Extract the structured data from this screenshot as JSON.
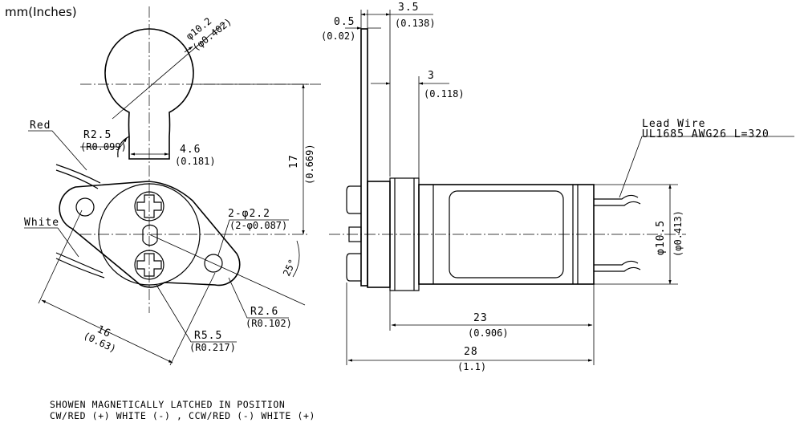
{
  "units_label": "mm(Inches)",
  "left_view": {
    "dia_head": "φ10.2",
    "dia_head_in": "(φ0.402)",
    "r_neck": "R2.5",
    "r_neck_in": "(R0.099)",
    "width_neck": "4.6",
    "width_neck_in": "(0.181)",
    "height_total": "17",
    "height_total_in": "(0.669)",
    "holes": "2-φ2.2",
    "holes_in": "(2-φ0.087)",
    "angle": "25°",
    "r_ear": "R2.6",
    "r_ear_in": "(R0.102)",
    "r_body": "R5.5",
    "r_body_in": "(R0.217)",
    "hole_span": "16",
    "hole_span_in": "(0.63)",
    "wire_red": "Red",
    "wire_white": "White"
  },
  "right_view": {
    "plate_thk": "0.5",
    "plate_thk_in": "(0.02)",
    "offset_a": "3.5",
    "offset_a_in": "(0.138)",
    "offset_b": "3",
    "offset_b_in": "(0.118)",
    "lead_wire_line1": "Lead Wire",
    "lead_wire_line2": "UL1685 AWG26 L=320",
    "body_dia": "φ10.5",
    "body_dia_in": "(φ0.413)",
    "body_len": "23",
    "body_len_in": "(0.906)",
    "total_len": "28",
    "total_len_in": "(1.1)"
  },
  "notes": {
    "line1": "SHOWEN MAGNETICALLY LATCHED IN POSITION",
    "line2": "CW/RED (+) WHITE (-) , CCW/RED (-) WHITE (+)"
  }
}
